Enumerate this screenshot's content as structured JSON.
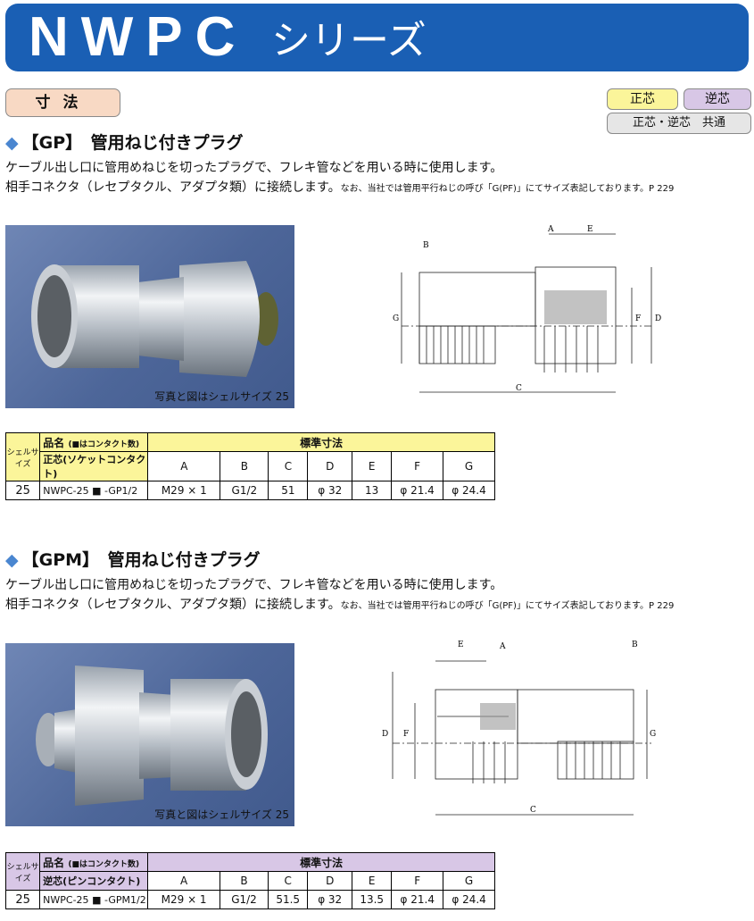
{
  "header": {
    "title_latin": "NWPC",
    "title_kana": "シリーズ"
  },
  "dimension_tag": "寸法",
  "badges": {
    "normal": "正芯",
    "reverse": "逆芯",
    "common": "正芯・逆芯　共通"
  },
  "sections": [
    {
      "code": "【GP】",
      "title": "管用ねじ付きプラグ",
      "desc1": "ケーブル出し口に管用めねじを切ったプラグで、フレキ管などを用いる時に使用します。",
      "desc2": "相手コネクタ（レセプタクル、アダプタ類）に接続します。",
      "note": "なお、当社では管用平行ねじの呼び「G(PF)」にてサイズ表記しております。P 229",
      "caption": "写真と図はシェルサイズ 25",
      "dim_labels": {
        "A": "A",
        "B": "B",
        "C": "C",
        "D": "D",
        "E": "E",
        "F": "F",
        "G": "G"
      },
      "table": {
        "shell_label": "シェルサイズ",
        "name_label": "品名",
        "name_note": "(■はコンタクト数)",
        "contact_label": "正芯(ソケットコンタクト)",
        "std_label": "標準寸法",
        "columns": [
          "A",
          "B",
          "C",
          "D",
          "E",
          "F",
          "G"
        ],
        "row": {
          "shell": "25",
          "part_prefix": "NWPC-25",
          "part_mark": "■",
          "part_suffix": "-GP1/2",
          "values": [
            "M29 × 1",
            "G1/2",
            "51",
            "φ 32",
            "13",
            "φ 21.4",
            "φ 24.4"
          ]
        }
      }
    },
    {
      "code": "【GPM】",
      "title": "管用ねじ付きプラグ",
      "desc1": "ケーブル出し口に管用めねじを切ったプラグで、フレキ管などを用いる時に使用します。",
      "desc2": "相手コネクタ（レセプタクル、アダプタ類）に接続します。",
      "note": "なお、当社では管用平行ねじの呼び「G(PF)」にてサイズ表記しております。P 229",
      "caption": "写真と図はシェルサイズ 25",
      "dim_labels": {
        "A": "A",
        "B": "B",
        "C": "C",
        "D": "D",
        "E": "E",
        "F": "F",
        "G": "G"
      },
      "table": {
        "shell_label": "シェルサイズ",
        "name_label": "品名",
        "name_note": "(■はコンタクト数)",
        "contact_label": "逆芯(ピンコンタクト)",
        "std_label": "標準寸法",
        "columns": [
          "A",
          "B",
          "C",
          "D",
          "E",
          "F",
          "G"
        ],
        "row": {
          "shell": "25",
          "part_prefix": "NWPC-25",
          "part_mark": "■",
          "part_suffix": "-GPM1/2",
          "values": [
            "M29 × 1",
            "G1/2",
            "51.5",
            "φ 32",
            "13.5",
            "φ 21.4",
            "φ 24.4"
          ]
        }
      }
    }
  ],
  "colors": {
    "header_blue": "#1a5fb4",
    "yellow": "#fbf59a",
    "purple": "#d8c7e6",
    "peach": "#f8d9c4",
    "photo_bg": "#4d6699"
  }
}
